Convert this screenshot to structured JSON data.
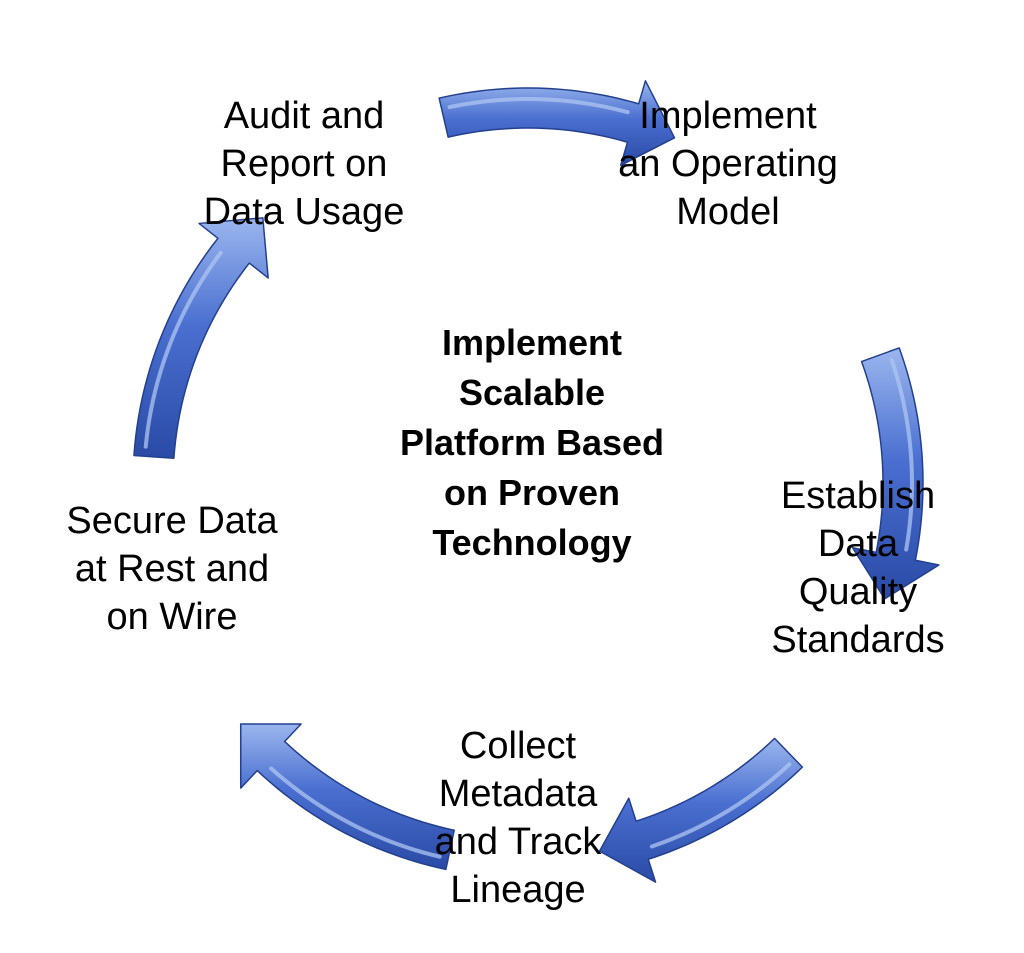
{
  "diagram": {
    "type": "cycle",
    "arrow_color": "#4a6fd0",
    "arrow_highlight": "#aec5f2",
    "arrow_shadow": "#23408f",
    "center": {
      "lines": [
        "Implement",
        "Scalable",
        "Platform Based",
        "on Proven",
        "Technology"
      ]
    },
    "steps": [
      {
        "id": "operating-model",
        "lines": [
          "Implement",
          "an Operating",
          "Model"
        ]
      },
      {
        "id": "data-quality",
        "lines": [
          "Establish",
          "Data",
          "Quality",
          "Standards"
        ]
      },
      {
        "id": "metadata",
        "lines": [
          "Collect",
          "Metadata",
          "and Track",
          "Lineage"
        ]
      },
      {
        "id": "secure-data",
        "lines": [
          "Secure Data",
          "at Rest and",
          "on Wire"
        ]
      },
      {
        "id": "audit",
        "lines": [
          "Audit and",
          "Report on",
          "Data Usage"
        ]
      }
    ]
  }
}
